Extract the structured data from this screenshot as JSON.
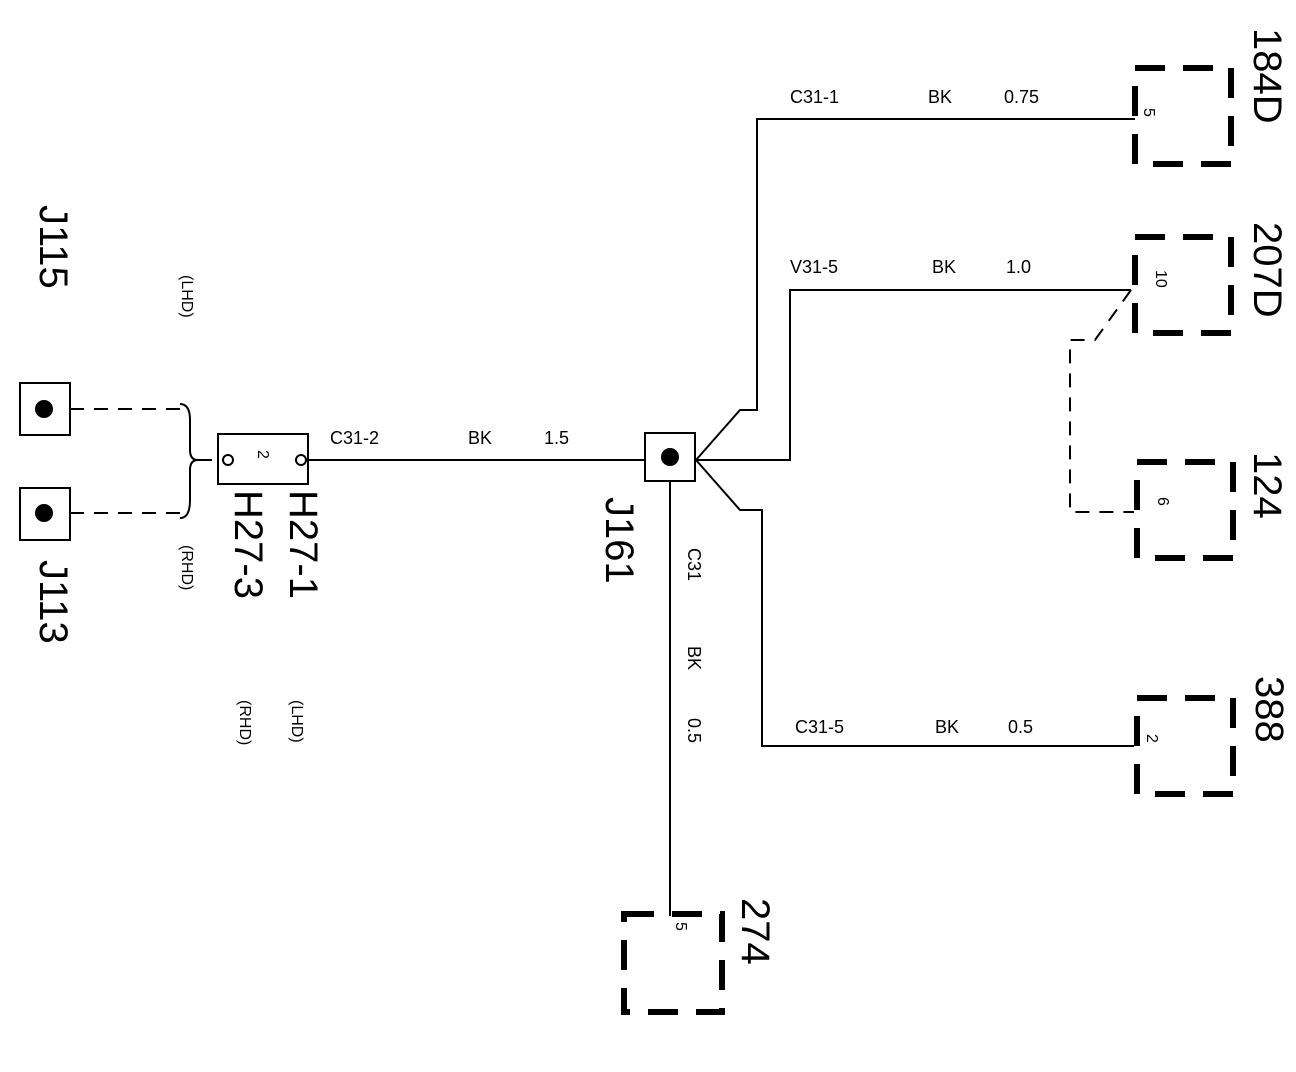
{
  "components": {
    "j115": "J115",
    "j113": "J113",
    "h27_1": "H27-1",
    "h27_3": "H27-3",
    "h27_pin": "2",
    "j161": "J161",
    "c184d": "184D",
    "c184d_pin": "5",
    "c207d": "207D",
    "c207d_pin": "10",
    "c124": "124",
    "c124_pin": "6",
    "c388": "388",
    "c388_pin": "2",
    "c274": "274",
    "c274_pin": "5"
  },
  "notes": {
    "lhd_top": "(LHD)",
    "rhd_bottom": "(RHD)",
    "lhd_h27": "(LHD)",
    "rhd_h27": "(RHD)"
  },
  "wires": {
    "main": {
      "id": "C31-2",
      "color": "BK",
      "gauge": "1.5"
    },
    "w184d": {
      "id": "C31-1",
      "color": "BK",
      "gauge": "0.75"
    },
    "w207d": {
      "id": "V31-5",
      "color": "BK",
      "gauge": "1.0"
    },
    "w388": {
      "id": "C31-5",
      "color": "BK",
      "gauge": "0.5"
    },
    "w274": {
      "id": "C31",
      "color": "BK",
      "gauge": "0.5"
    }
  }
}
